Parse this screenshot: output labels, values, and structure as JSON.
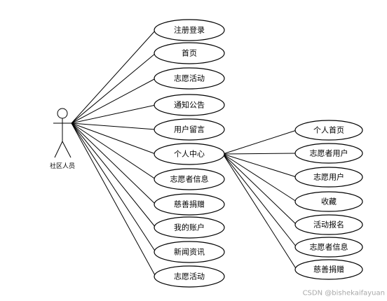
{
  "actor": {
    "label": "社区人员"
  },
  "actor_use_cases": [
    "注册登录",
    "首页",
    "志愿活动",
    "通知公告",
    "用户留言",
    "个人中心",
    "志愿者信息",
    "慈善捐赠",
    "我的账户",
    "新闻资讯",
    "志愿活动"
  ],
  "personal_center_use_cases": [
    "个人首页",
    "志愿者用户",
    "志愿用户",
    "收藏",
    "活动报名",
    "志愿者信息",
    "慈善捐赠"
  ],
  "watermark": "CSDN @bishekaifayuan"
}
